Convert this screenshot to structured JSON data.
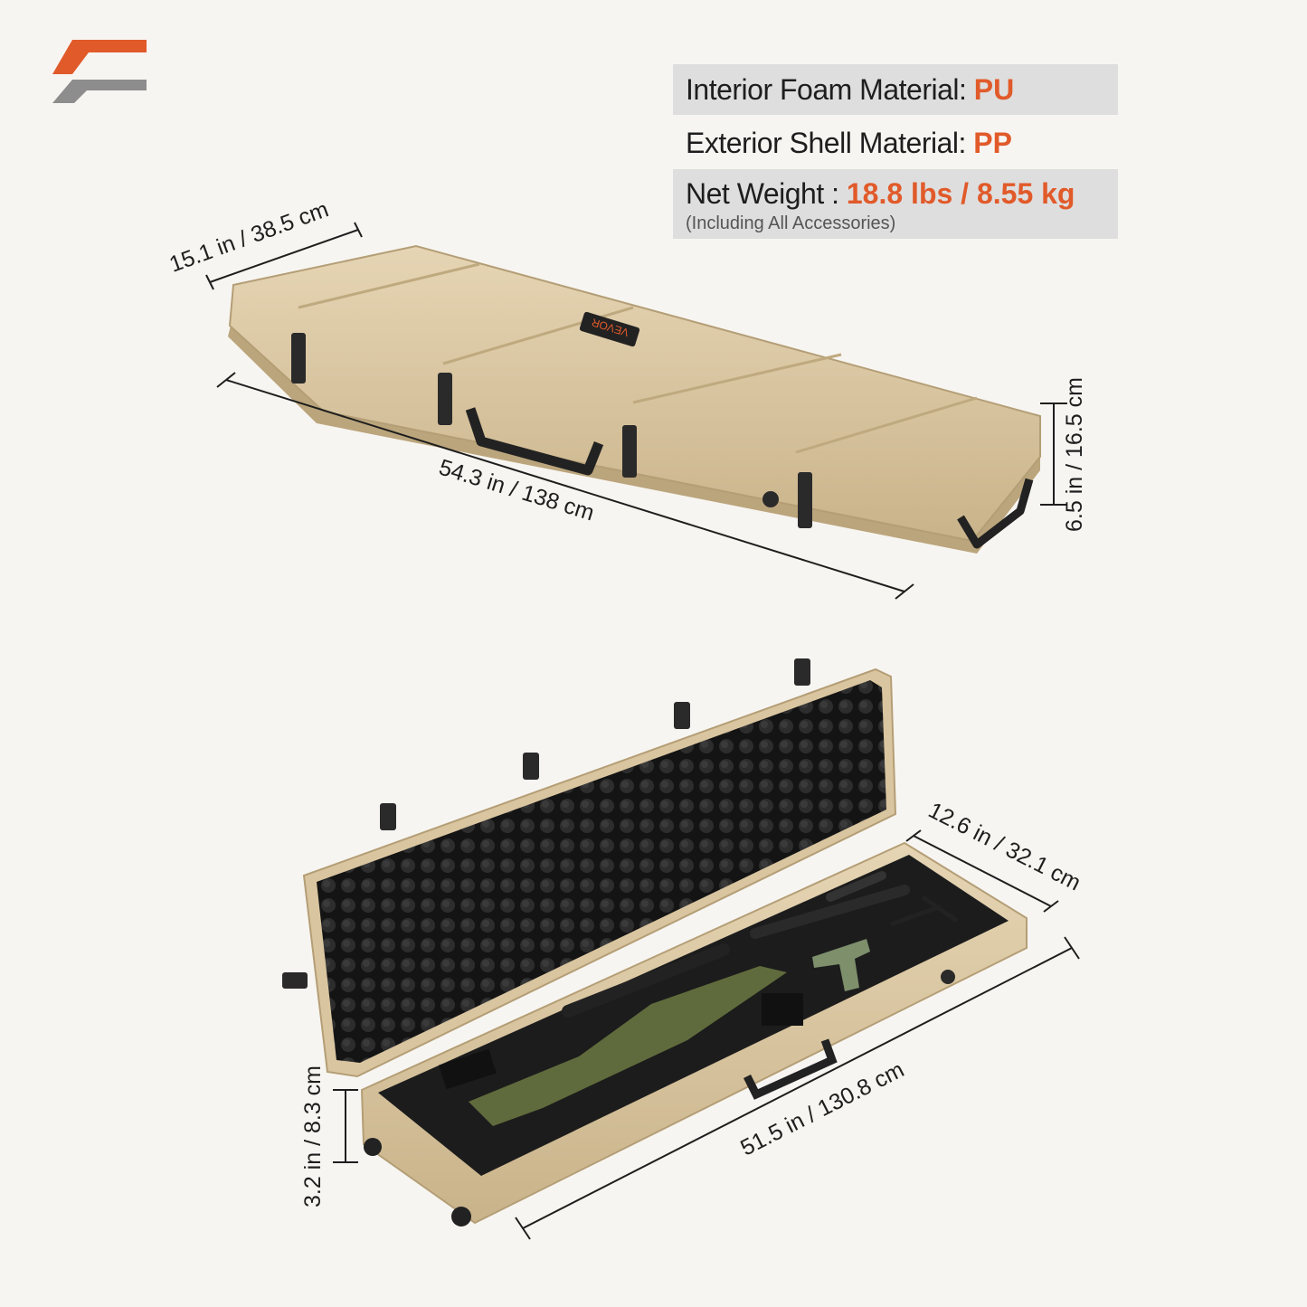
{
  "brand_logo": {
    "name": "brand-mark",
    "colors": {
      "top": "#e15a2a",
      "bottom": "#8d8d8d"
    }
  },
  "specs": [
    {
      "label": "Interior Foam Material: ",
      "value": "PU"
    },
    {
      "label": "Exterior Shell Material: ",
      "value": "PP"
    },
    {
      "label": "Net Weight : ",
      "value": "18.8 lbs / 8.55 kg",
      "note": "(Including All Accessories)"
    }
  ],
  "case_closed": {
    "brand_badge": "VEVOR",
    "dimensions": {
      "width": "15.1 in / 38.5 cm",
      "length": "54.3 in / 138 cm",
      "height": "6.5 in / 16.5 cm"
    }
  },
  "case_open": {
    "dimensions": {
      "width": "12.6 in / 32.1 cm",
      "length": "51.5 in / 130.8 cm",
      "depth": "3.2 in / 8.3 cm"
    }
  },
  "colors": {
    "accent": "#e15a2a",
    "case_tan": "#d9c5a0",
    "foam": "#1b1b1b",
    "background": "#f7f5f1"
  }
}
